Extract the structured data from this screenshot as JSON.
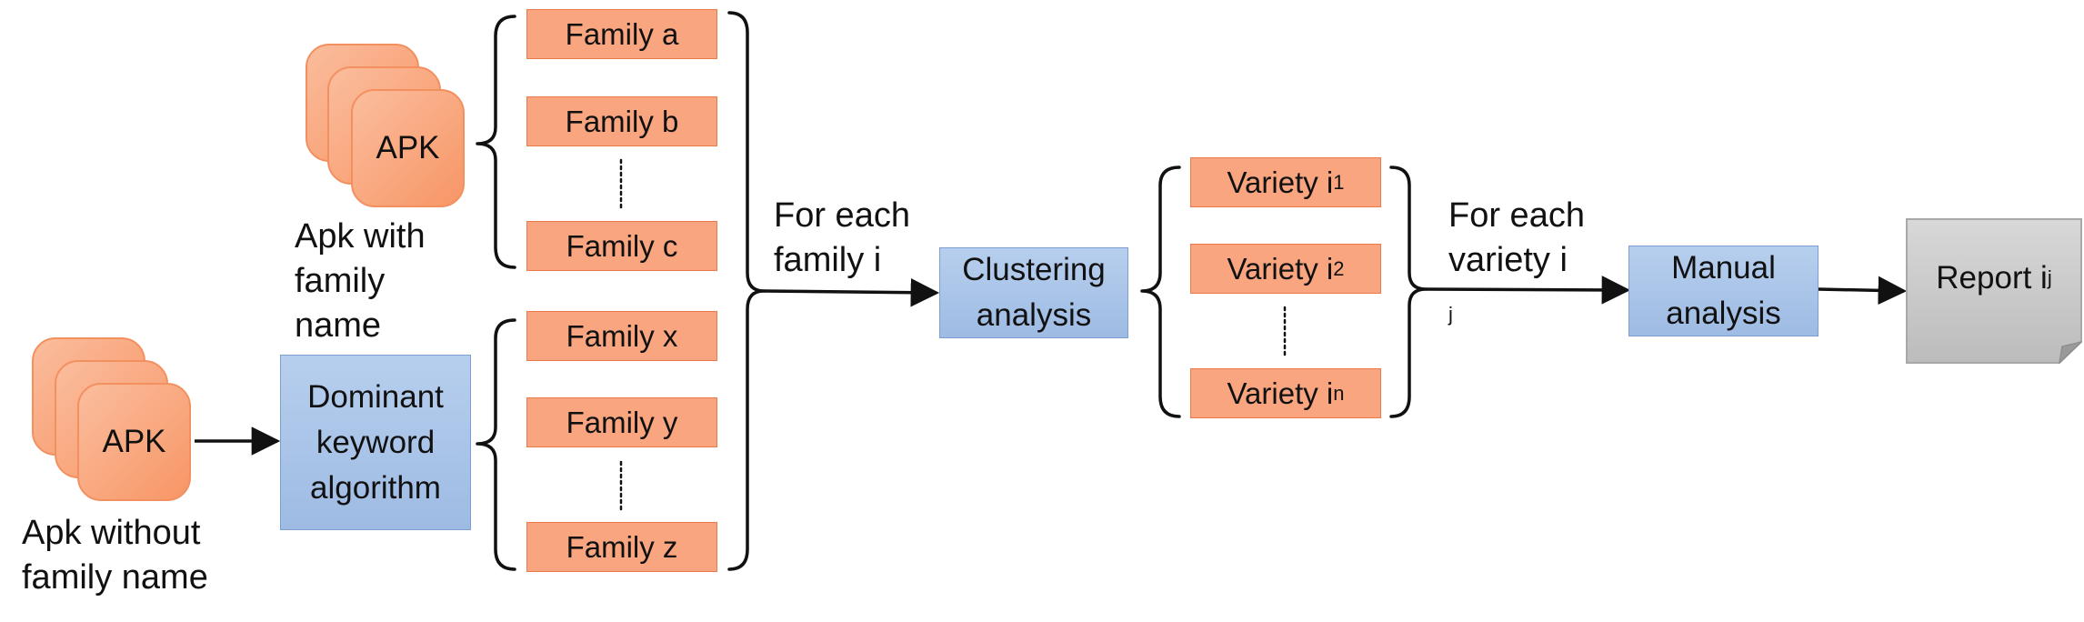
{
  "apk_label": "APK",
  "top_apk_caption": [
    "Apk with",
    "family",
    "name"
  ],
  "bottom_apk_caption": [
    "Apk without",
    "family name"
  ],
  "dominant_keyword": [
    "Dominant",
    "keyword",
    "algorithm"
  ],
  "families_top": [
    "Family a",
    "Family b",
    "Family c"
  ],
  "families_bottom": [
    "Family x",
    "Family y",
    "Family z"
  ],
  "for_each_family": [
    "For each",
    "family i"
  ],
  "clustering": [
    "Clustering",
    "analysis"
  ],
  "variety": {
    "prefix": "Variety i",
    "subs": [
      "1",
      "2",
      "n"
    ]
  },
  "for_each_variety": {
    "line1": "For each",
    "line2": "variety i",
    "sub": "j"
  },
  "manual": [
    "Manual",
    "analysis"
  ],
  "report": {
    "label": "Report i",
    "sub": "j"
  },
  "colors": {
    "orange_fill": "#f8a580",
    "orange_border": "#e97a4a",
    "blue_fill": "#a9c4e8",
    "blue_border": "#7d9fd0",
    "report_fill": "#c8c8c8",
    "line": "#111111"
  }
}
